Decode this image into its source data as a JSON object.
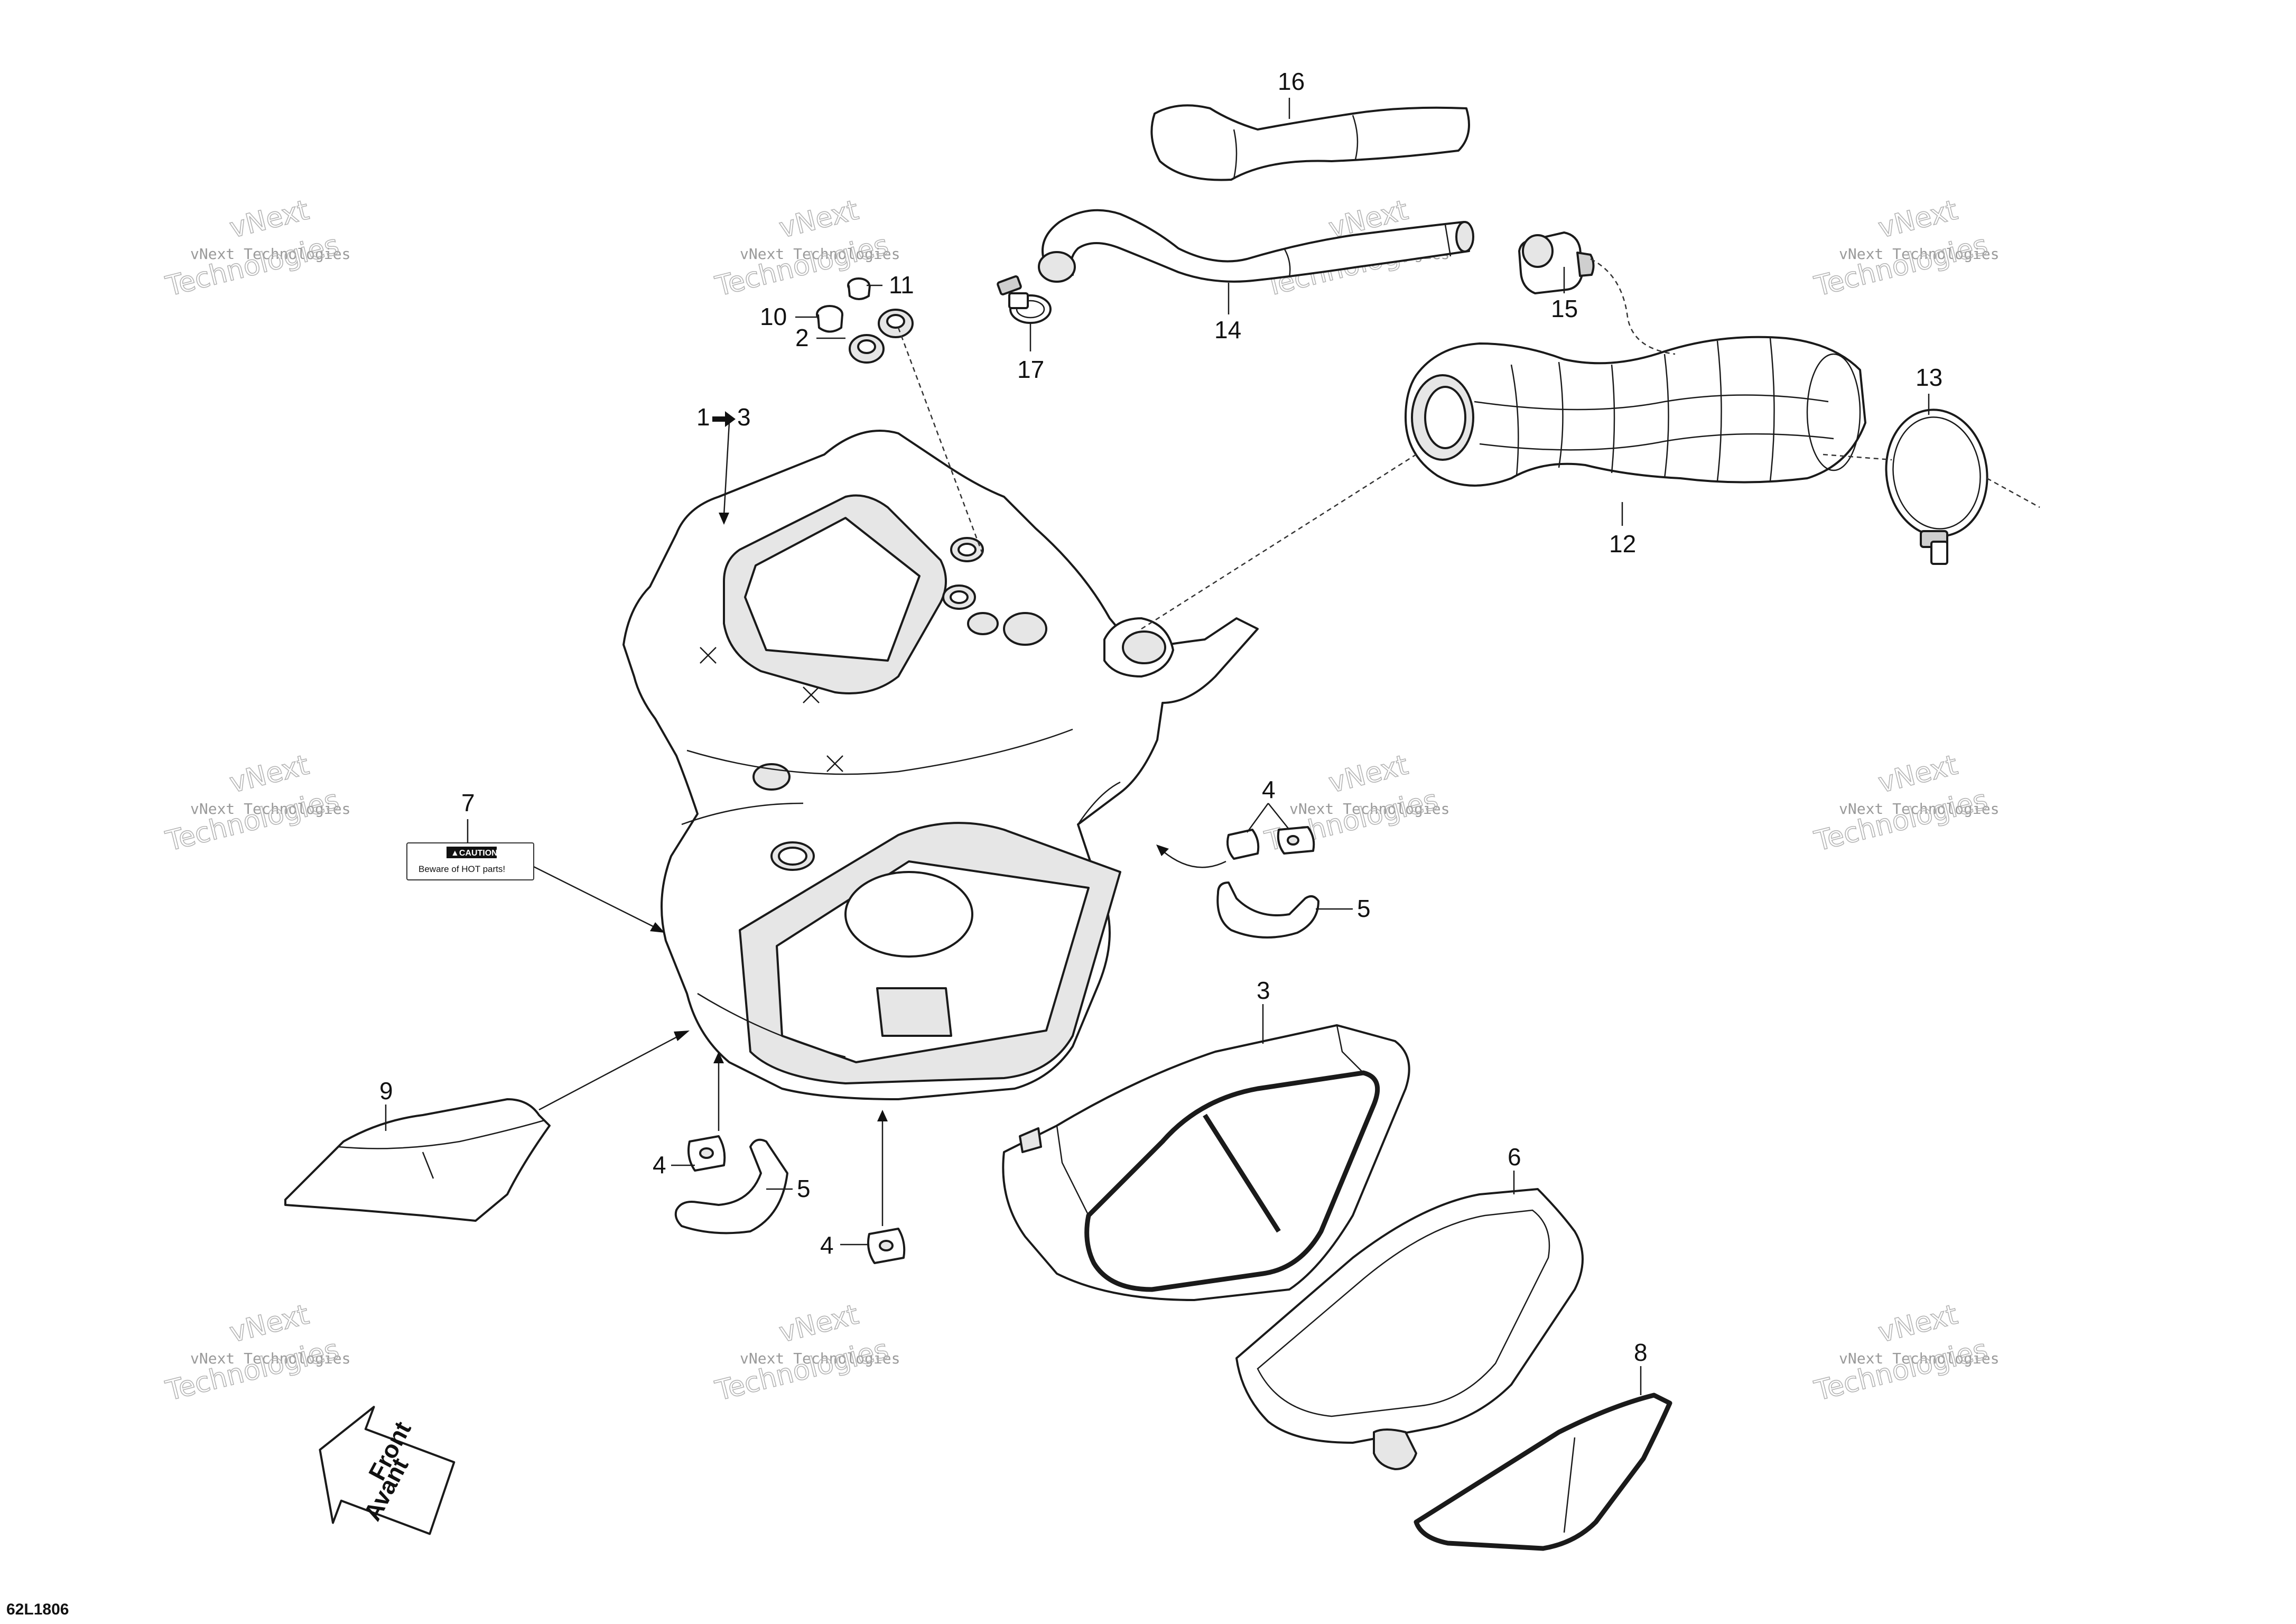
{
  "diagram": {
    "code": "62L1806",
    "watermark": {
      "line1": "vNext Technologies",
      "line2": "Technologies",
      "mark": "vNext"
    },
    "front_arrow": {
      "line1": "Front",
      "line2": "Avant"
    },
    "caution_label": {
      "header": "▲CAUTION",
      "text": "Beware of HOT parts!"
    },
    "callouts": [
      {
        "id": "c16",
        "text": "16"
      },
      {
        "id": "c10",
        "text": "10"
      },
      {
        "id": "c11",
        "text": "11"
      },
      {
        "id": "c14",
        "text": "14"
      },
      {
        "id": "c15",
        "text": "15"
      },
      {
        "id": "c17",
        "text": "17"
      },
      {
        "id": "c2",
        "text": "2"
      },
      {
        "id": "c13a",
        "text": "1"
      },
      {
        "id": "c13b",
        "text": "3"
      },
      {
        "id": "c13",
        "text": "13"
      },
      {
        "id": "c12",
        "text": "12"
      },
      {
        "id": "c7",
        "text": "7"
      },
      {
        "id": "c4a",
        "text": "4"
      },
      {
        "id": "c5a",
        "text": "5"
      },
      {
        "id": "c3",
        "text": "3"
      },
      {
        "id": "c9",
        "text": "9"
      },
      {
        "id": "c6",
        "text": "6"
      },
      {
        "id": "c4b",
        "text": "4"
      },
      {
        "id": "c5b",
        "text": "5"
      },
      {
        "id": "c4c",
        "text": "4"
      },
      {
        "id": "c8",
        "text": "8"
      }
    ]
  }
}
